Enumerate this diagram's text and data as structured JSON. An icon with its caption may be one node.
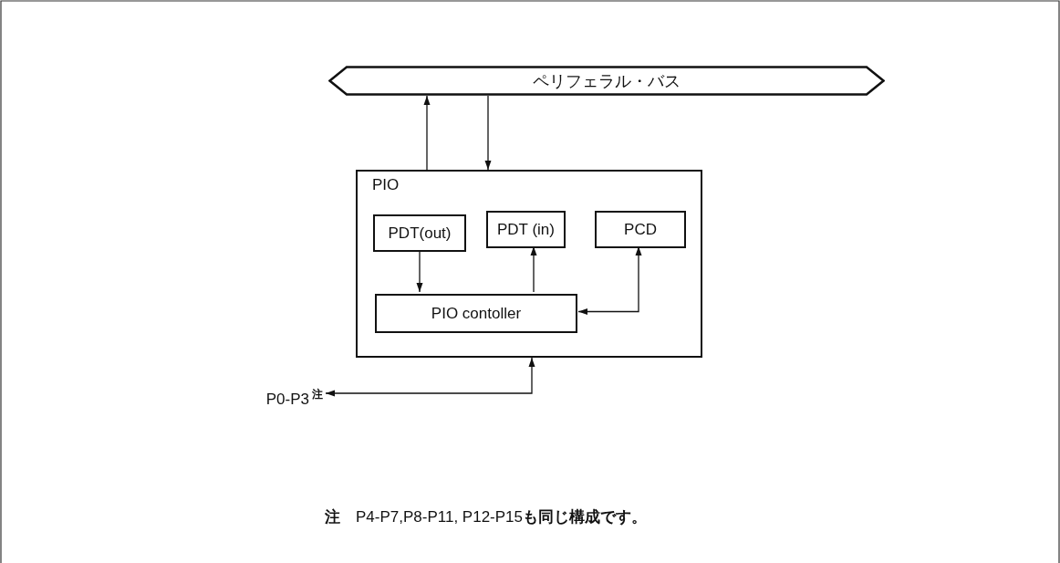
{
  "diagram": {
    "nodes": [
      {
        "text": [
          "ペリフェラル・バス"
        ]
      },
      {
        "text": [
          "PIO"
        ]
      },
      {
        "text": [
          "PDT(out)"
        ],
        "in": 1
      },
      {
        "text": [
          "PDT (in)"
        ],
        "in": 1
      },
      {
        "text": [
          "PCD"
        ],
        "in": 1
      },
      {
        "text": [
          "PIO contoller"
        ],
        "in": 1
      },
      {
        "text": [
          "P0-P3$^{注}$"
        ]
      }
    ],
    "edges": [
      {
        "from": 1,
        "to": 0,
        "arrow": "to"
      },
      {
        "from": 0,
        "to": 1,
        "arrow": "to"
      },
      {
        "from": 2,
        "to": 5,
        "arrow": "to"
      },
      {
        "from": 5,
        "to": 3,
        "arrow": "to"
      },
      {
        "from": 5,
        "to": 4,
        "arrow": "both"
      },
      {
        "from": 6,
        "to": 1,
        "arrow": "both"
      }
    ],
    "labels": [
      "**注**　P4-P7,P8-P11, P12-P15**も同じ構成です。**"
    ]
  }
}
